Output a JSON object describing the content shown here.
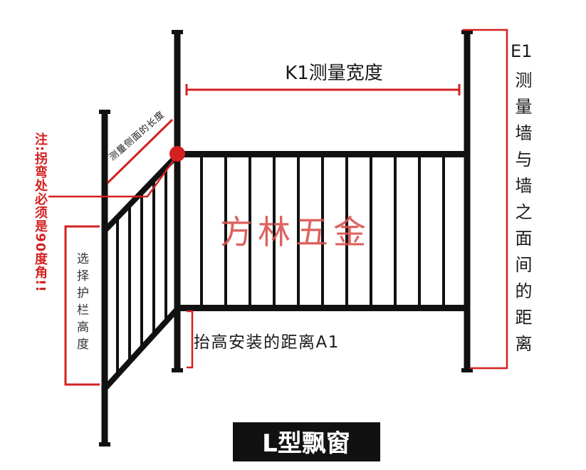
{
  "labels": {
    "k1": "K1测量宽度",
    "e1_code": "E1",
    "e1_text": "测量墙与墙之面间的距离",
    "side_length": "测量侧面的长度",
    "note": "注:拐弯处必须是90度角!!",
    "height": "选择护栏高度",
    "a1": "抬高安装的距离A1",
    "watermark": "方林五金",
    "caption": "L型飘窗"
  },
  "colors": {
    "railing": "#111111",
    "measure": "#d42020",
    "watermark": "#d9534f",
    "caption_bg": "#111111",
    "caption_text": "#ffffff"
  }
}
